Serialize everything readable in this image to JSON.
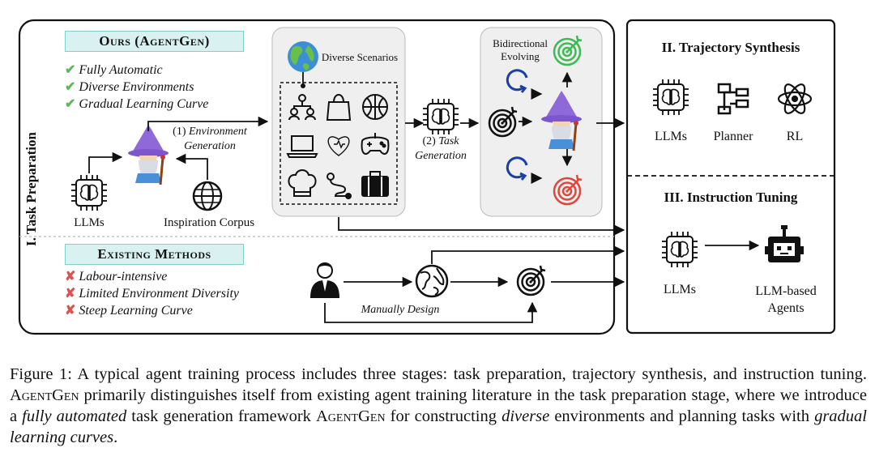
{
  "task_preparation": {
    "title": "I. Task Preparation",
    "ours": {
      "title": "Ours (AgentGen)",
      "items": [
        "Fully Automatic",
        "Diverse Environments",
        "Gradual Learning Curve"
      ]
    },
    "existing": {
      "title": "Existing Methods",
      "items": [
        "Labour-intensive",
        "Limited Environment Diversity",
        "Steep Learning Curve"
      ]
    },
    "llms_label": "LLMs",
    "inspiration_label": "Inspiration Corpus",
    "step1_num": "(1)",
    "step1_text_a": "Environment",
    "step1_text_b": "Generation",
    "diverse_scenarios": "Diverse Scenarios",
    "step2_num": "(2)",
    "step2_text_a": "Task",
    "step2_text_b": "Generation",
    "bidirectional_a": "Bidirectional",
    "bidirectional_b": "Evolving",
    "manual_design": "Manually Design"
  },
  "trajectory_synthesis": {
    "title": "II. Trajectory Synthesis",
    "items": [
      "LLMs",
      "Planner",
      "RL"
    ]
  },
  "instruction_tuning": {
    "title": "III. Instruction Tuning",
    "llms_label": "LLMs",
    "agents_label_a": "LLM-based",
    "agents_label_b": "Agents"
  },
  "caption": {
    "p1": "Figure 1: A typical agent training process includes three stages: task preparation, trajectory synthesis, and instruction tuning. ",
    "sc1": "AgentGen",
    "p2": " primarily distinguishes itself from existing agent training literature in the task preparation stage, where we introduce a ",
    "it1": "fully automated",
    "p3": " task generation framework ",
    "sc2": "AgentGen",
    "p4": " for constructing ",
    "it2": "diverse",
    "p5": " environments and planning tasks with ",
    "it3": "gradual learning curves",
    "p6": "."
  },
  "colors": {
    "ours_title_bg": "#d9f2f1",
    "check": "#5cb85c",
    "cross": "#d9534f",
    "target_green": "#3cba54",
    "target_red": "#e0473c",
    "wizard_hat": "#8e6ad8",
    "panel_gray": "#efefef"
  },
  "icons": [
    "brain-chip-icon",
    "globe-grid-icon",
    "wizard-icon",
    "earth-icon",
    "people-tree-icon",
    "bag-icon",
    "basketball-icon",
    "laptop-icon",
    "heart-stethoscope-icon",
    "gamepad-icon",
    "chef-hat-icon",
    "route-icon",
    "suitcase-icon",
    "target-icon",
    "loop-arrow-icon",
    "planner-icon",
    "atom-icon",
    "robot-icon",
    "person-suit-icon"
  ]
}
